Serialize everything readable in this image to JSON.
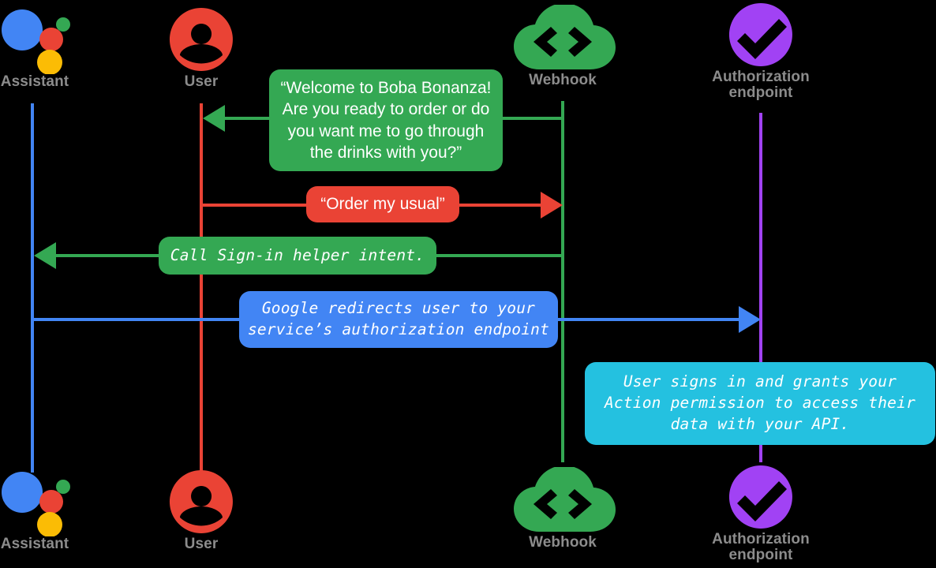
{
  "diagram": {
    "title": "Account linking sequence diagram",
    "background": "#000000",
    "label_color": "#8c8c8c"
  },
  "colors": {
    "assistant_blue": "#4285F4",
    "assistant_red": "#EA4335",
    "assistant_yellow": "#FBBC05",
    "assistant_green": "#34A853",
    "user_red": "#EA4335",
    "webhook_green": "#34A853",
    "auth_purple": "#A142F4",
    "bubble_green": "#34A853",
    "bubble_red": "#EA4335",
    "bubble_blue": "#4285F4",
    "bubble_cyan": "#24C1E0",
    "arrow_green": "#34A853",
    "arrow_red": "#EA4335",
    "arrow_blue": "#4285F4"
  },
  "actors": [
    {
      "id": "assistant",
      "label": "Assistant",
      "icon": "google-assistant-icon",
      "lifeline_color": "#4285F4"
    },
    {
      "id": "user",
      "label": "User",
      "icon": "user-avatar-icon",
      "lifeline_color": "#EA4335"
    },
    {
      "id": "webhook",
      "label": "Webhook",
      "icon": "cloud-code-icon",
      "lifeline_color": "#34A853"
    },
    {
      "id": "auth",
      "label": "Authorization\nendpoint",
      "icon": "purple-check-circle-icon",
      "lifeline_color": "#A142F4"
    }
  ],
  "messages": [
    {
      "id": "m1",
      "text": "“Welcome to Boba Bonanza!\nAre you ready to order or do\nyou want me to go through\nthe drinks with you?”",
      "from": "webhook",
      "to": "user",
      "direction": "left",
      "color": "#34A853",
      "font": "sans"
    },
    {
      "id": "m2",
      "text": "“Order my usual”",
      "from": "user",
      "to": "webhook",
      "direction": "right",
      "color": "#EA4335",
      "font": "sans"
    },
    {
      "id": "m3",
      "text": "Call Sign-in helper intent.",
      "from": "webhook",
      "to": "assistant",
      "direction": "left",
      "color": "#34A853",
      "font": "mono"
    },
    {
      "id": "m4",
      "text": "Google redirects user to your\nservice’s authorization endpoint",
      "from": "assistant",
      "to": "auth",
      "direction": "right",
      "color": "#4285F4",
      "font": "mono"
    },
    {
      "id": "m5",
      "text": "User signs in and grants your\nAction permission to access their\ndata with your API.",
      "from": "auth",
      "to": "auth",
      "direction": "none",
      "color": "#24C1E0",
      "font": "mono"
    }
  ]
}
